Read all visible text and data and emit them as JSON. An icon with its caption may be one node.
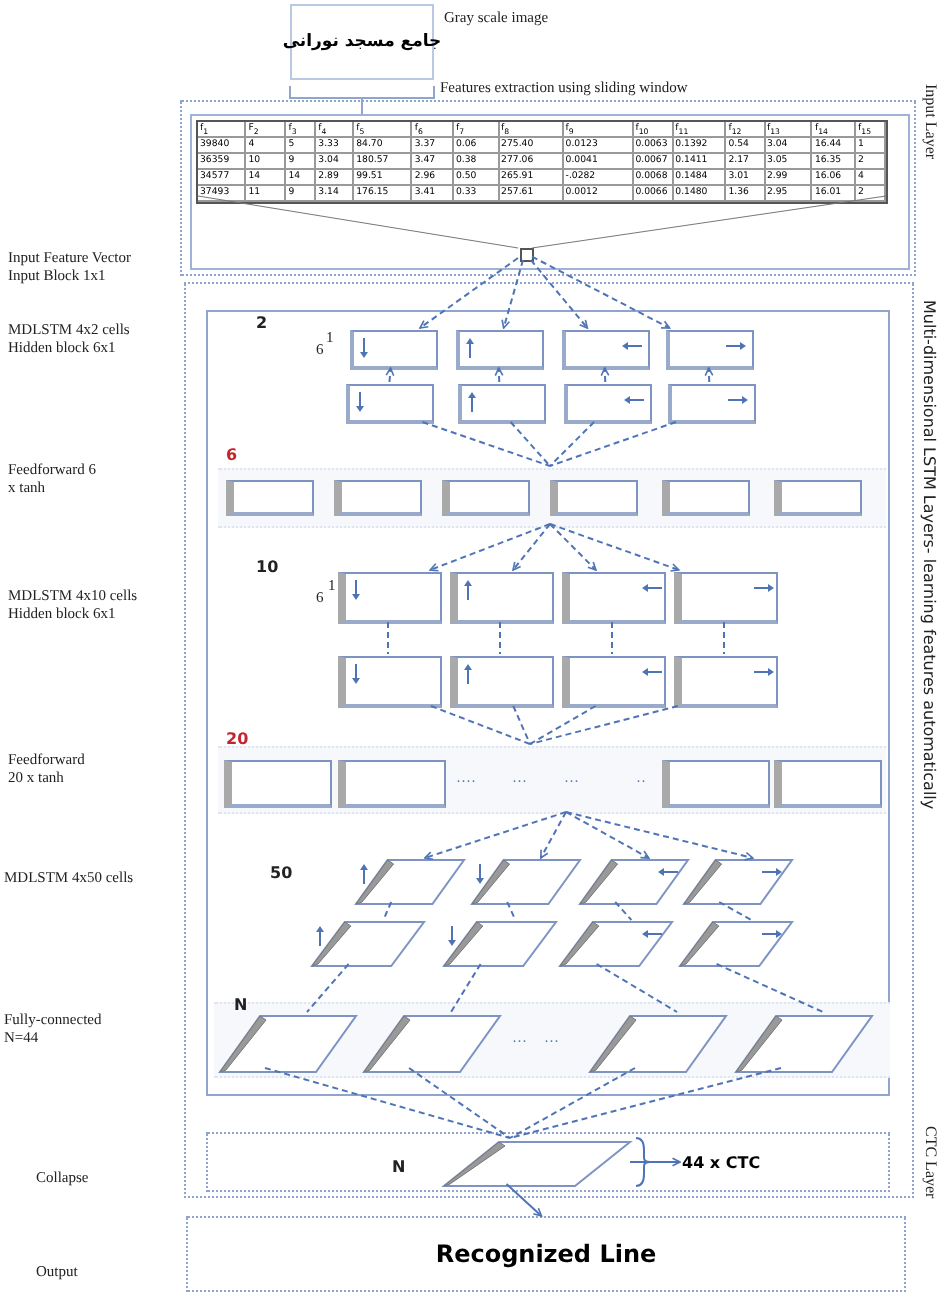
{
  "diagram": {
    "nodes": [
      {
        "text": [
          "جامع مسجد نورانی"
        ],
        "beside": [
          "Gray scale image"
        ]
      },
      {
        "text": [],
        "shape": "box"
      },
      {
        "text": [],
        "shape": "box",
        "in": 1
      },
      {
        "text": [],
        "shape": "box"
      },
      {
        "text": [],
        "shape": "box",
        "in": 3
      },
      {
        "text": [],
        "shape": "box",
        "in": 3
      },
      {
        "text": [],
        "shape": "box",
        "in": 3
      },
      {
        "text": [],
        "shape": "box",
        "in": 3
      },
      {
        "text": [],
        "shape": "box",
        "in": 3
      },
      {
        "text": [],
        "shape": "box",
        "in": 3
      },
      {
        "text": [],
        "shape": "box",
        "in": 3
      },
      {
        "text": [],
        "shape": "box",
        "in": 3
      },
      {
        "text": [],
        "shape": "band",
        "in": 3
      },
      {
        "text": [],
        "shape": "box",
        "in": 12
      },
      {
        "text": [],
        "shape": "box",
        "in": 12
      },
      {
        "text": [],
        "shape": "box",
        "in": 12
      },
      {
        "text": [],
        "shape": "box",
        "in": 12
      },
      {
        "text": [],
        "shape": "box",
        "in": 12
      },
      {
        "text": [],
        "shape": "box",
        "in": 12
      },
      {
        "text": [],
        "shape": "box",
        "in": 3
      },
      {
        "text": [],
        "shape": "box",
        "in": 3
      },
      {
        "text": [],
        "shape": "box",
        "in": 3
      },
      {
        "text": [],
        "shape": "box",
        "in": 3
      },
      {
        "text": [],
        "shape": "box",
        "in": 3
      },
      {
        "text": [],
        "shape": "box",
        "in": 3
      },
      {
        "text": [],
        "shape": "box",
        "in": 3
      },
      {
        "text": [],
        "shape": "box",
        "in": 3
      },
      {
        "text": [],
        "shape": "band",
        "in": 3
      },
      {
        "text": [],
        "shape": "box",
        "in": 27
      },
      {
        "text": [],
        "shape": "box",
        "in": 27
      },
      {
        "text": [],
        "shape": "box",
        "in": 27
      },
      {
        "text": [],
        "shape": "box",
        "in": 27
      },
      {
        "text": [],
        "shape": "parallelogram",
        "in": 3
      },
      {
        "text": [],
        "shape": "parallelogram",
        "in": 3
      },
      {
        "text": [],
        "shape": "parallelogram",
        "in": 3
      },
      {
        "text": [],
        "shape": "parallelogram",
        "in": 3
      },
      {
        "text": [],
        "shape": "parallelogram",
        "in": 3
      },
      {
        "text": [],
        "shape": "parallelogram",
        "in": 3
      },
      {
        "text": [],
        "shape": "parallelogram",
        "in": 3
      },
      {
        "text": [],
        "shape": "parallelogram",
        "in": 3
      },
      {
        "text": [],
        "shape": "band",
        "in": 3
      },
      {
        "text": [],
        "shape": "parallelogram",
        "in": 40
      },
      {
        "text": [],
        "shape": "parallelogram",
        "in": 40
      },
      {
        "text": [],
        "shape": "parallelogram",
        "in": 40
      },
      {
        "text": [],
        "shape": "parallelogram",
        "in": 40
      },
      {
        "text": [],
        "shape": "box"
      },
      {
        "text": [],
        "shape": "parallelogram",
        "in": 45
      },
      {
        "text": [
          "44 x CTC"
        ],
        "in": 45
      },
      {
        "text": [
          "Recognized Line"
        ]
      }
    ],
    "edges": [
      {
        "from": 0,
        "to": 1,
        "arrow": "none"
      },
      {
        "from": 2,
        "to": 4,
        "arrow": "to",
        "style": "dashed"
      },
      {
        "from": 2,
        "to": 5,
        "arrow": "to",
        "style": "dashed"
      },
      {
        "from": 2,
        "to": 6,
        "arrow": "to",
        "style": "dashed"
      },
      {
        "from": 2,
        "to": 7,
        "arrow": "to",
        "style": "dashed"
      },
      {
        "from": 8,
        "to": 4,
        "arrow": "to",
        "style": "dashed"
      },
      {
        "from": 9,
        "to": 5,
        "arrow": "to",
        "style": "dashed"
      },
      {
        "from": 10,
        "to": 6,
        "arrow": "to",
        "style": "dashed"
      },
      {
        "from": 11,
        "to": 7,
        "arrow": "to",
        "style": "dashed"
      },
      {
        "from": 8,
        "to": 12,
        "arrow": "none",
        "style": "dashed"
      },
      {
        "from": 9,
        "to": 12,
        "arrow": "none",
        "style": "dashed"
      },
      {
        "from": 10,
        "to": 12,
        "arrow": "none",
        "style": "dashed"
      },
      {
        "from": 11,
        "to": 12,
        "arrow": "none",
        "style": "dashed"
      },
      {
        "from": 12,
        "to": 19,
        "arrow": "to",
        "style": "dashed"
      },
      {
        "from": 12,
        "to": 20,
        "arrow": "to",
        "style": "dashed"
      },
      {
        "from": 12,
        "to": 21,
        "arrow": "to",
        "style": "dashed"
      },
      {
        "from": 12,
        "to": 22,
        "arrow": "to",
        "style": "dashed"
      },
      {
        "from": 19,
        "to": 23,
        "arrow": "none",
        "style": "dashed"
      },
      {
        "from": 20,
        "to": 24,
        "arrow": "none",
        "style": "dashed"
      },
      {
        "from": 21,
        "to": 25,
        "arrow": "none",
        "style": "dashed"
      },
      {
        "from": 22,
        "to": 26,
        "arrow": "none",
        "style": "dashed"
      },
      {
        "from": 23,
        "to": 27,
        "arrow": "none",
        "style": "dashed"
      },
      {
        "from": 24,
        "to": 27,
        "arrow": "none",
        "style": "dashed"
      },
      {
        "from": 25,
        "to": 27,
        "arrow": "none",
        "style": "dashed"
      },
      {
        "from": 26,
        "to": 27,
        "arrow": "none",
        "style": "dashed"
      },
      {
        "from": 27,
        "to": 32,
        "arrow": "to",
        "style": "dashed"
      },
      {
        "from": 27,
        "to": 33,
        "arrow": "to",
        "style": "dashed"
      },
      {
        "from": 27,
        "to": 34,
        "arrow": "to",
        "style": "dashed"
      },
      {
        "from": 27,
        "to": 35,
        "arrow": "to",
        "style": "dashed"
      },
      {
        "from": 32,
        "to": 36,
        "arrow": "none",
        "style": "dashed"
      },
      {
        "from": 33,
        "to": 37,
        "arrow": "none",
        "style": "dashed"
      },
      {
        "from": 34,
        "to": 38,
        "arrow": "none",
        "style": "dashed"
      },
      {
        "from": 35,
        "to": 39,
        "arrow": "none",
        "style": "dashed"
      },
      {
        "from": 36,
        "to": 41,
        "arrow": "none",
        "style": "dashed"
      },
      {
        "from": 37,
        "to": 42,
        "arrow": "none",
        "style": "dashed"
      },
      {
        "from": 38,
        "to": 43,
        "arrow": "none",
        "style": "dashed"
      },
      {
        "from": 39,
        "to": 44,
        "arrow": "none",
        "style": "dashed"
      },
      {
        "from": 41,
        "to": 46,
        "arrow": "none",
        "style": "dashed"
      },
      {
        "from": 42,
        "to": 46,
        "arrow": "none",
        "style": "dashed"
      },
      {
        "from": 43,
        "to": 46,
        "arrow": "none",
        "style": "dashed"
      },
      {
        "from": 44,
        "to": 46,
        "arrow": "none",
        "style": "dashed"
      },
      {
        "from": 46,
        "to": 47,
        "arrow": "to"
      },
      {
        "from": 46,
        "to": 48,
        "arrow": "to"
      }
    ],
    "labels": [
      "Features extraction using sliding window",
      "Input Layer",
      "f$_{1}$",
      "F$_{2}$",
      "f$_{3}$",
      "f$_{4}$",
      "f$_{5}$",
      "f$_{6}$",
      "f$_{7}$",
      "f$_{8}$",
      "f$_{9}$",
      "f$_{10}$",
      "f$_{11}$",
      "f$_{12}$",
      "f$_{13}$",
      "f$_{14}$",
      "f$_{15}$",
      "39840",
      "4",
      "5",
      "3.33",
      "84.70",
      "3.37",
      "0.06",
      "275.40",
      "0.0123",
      "0.0063",
      "0.1392",
      "0.54",
      "3.04",
      "16.44",
      "1",
      "36359",
      "10",
      "9",
      "3.04",
      "180.57",
      "3.47",
      "0.38",
      "277.06",
      "0.0041",
      "0.0067",
      "0.1411",
      "2.17",
      "3.05",
      "16.35",
      "2",
      "34577",
      "14",
      "14",
      "2.89",
      "99.51",
      "2.96",
      "0.50",
      "265.91",
      "-.0282",
      "0.0068",
      "0.1484",
      "3.01",
      "2.99",
      "16.06",
      "4",
      "37493",
      "11",
      "9",
      "3.14",
      "176.15",
      "3.41",
      "0.33",
      "257.61",
      "0.0012",
      "0.0066",
      "0.1480",
      "1.36",
      "2.95",
      "16.01",
      "2",
      "Input Feature Vector Input Block 1x1",
      "Multi-dimensional LSTM Layers- learning features automatically",
      "2",
      "MDLSTM 4x2 cells Hidden block 6x1",
      "1",
      "6",
      "6",
      "Feedforward 6 x tanh",
      "10",
      "MDLSTM 4x10 cells Hidden block 6x1",
      "1",
      "6",
      "20",
      "Feedforward 20 x tanh",
      "····",
      "···",
      "···",
      "··",
      "MDLSTM 4x50 cells",
      "50",
      "N",
      "Fully-connected N=44",
      "···",
      "···",
      "Collapse",
      "CTC Layer",
      "N",
      "Output"
    ]
  }
}
